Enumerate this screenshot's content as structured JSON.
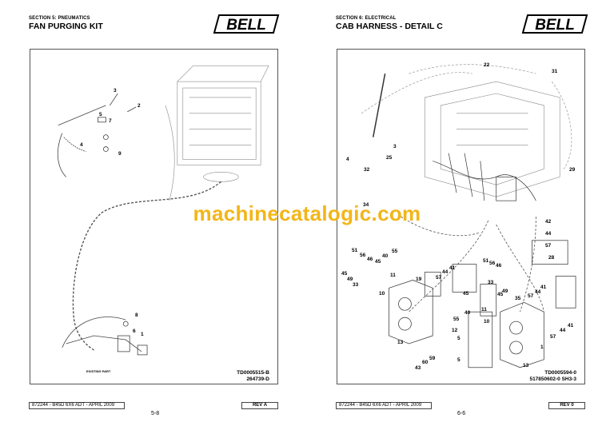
{
  "left_page": {
    "section": "SECTION 5: PNEUMATICS",
    "title": "FAN PURGING KIT",
    "logo": "BELL",
    "callouts": [
      "3",
      "2",
      "5",
      "7",
      "4",
      "9",
      "8",
      "6",
      "1"
    ],
    "existing_part": "EXISTING PART",
    "ref1": "TD0005515-B",
    "ref2": "264739-D",
    "doc_footer": "872244 - B45D 6X6 ADT - APRIL 2009",
    "rev": "REV A",
    "page_number": "5-8"
  },
  "right_page": {
    "section": "SECTION 6: ELECTRICAL",
    "title": "CAB HARNESS - DETAIL C",
    "logo": "BELL",
    "callouts": [
      "22",
      "31",
      "4",
      "3",
      "25",
      "32",
      "29",
      "34",
      "42",
      "44",
      "57",
      "28",
      "51",
      "56",
      "46",
      "45",
      "40",
      "55",
      "49",
      "45",
      "33",
      "11",
      "41",
      "44",
      "57",
      "19",
      "51",
      "56",
      "46",
      "33",
      "45",
      "49",
      "45",
      "57",
      "35",
      "41",
      "44",
      "10",
      "11",
      "40",
      "55",
      "10",
      "12",
      "5",
      "13",
      "1",
      "57",
      "44",
      "41",
      "59",
      "60",
      "43",
      "5",
      "13"
    ],
    "ref1": "TD0005594-0",
    "ref2": "517850602-0 SH3-3",
    "doc_footer": "872244 - B45D 6X6 ADT - APRIL 2009",
    "rev": "REV 0",
    "page_number": "6-6"
  },
  "watermark": "machinecatalogic.com"
}
